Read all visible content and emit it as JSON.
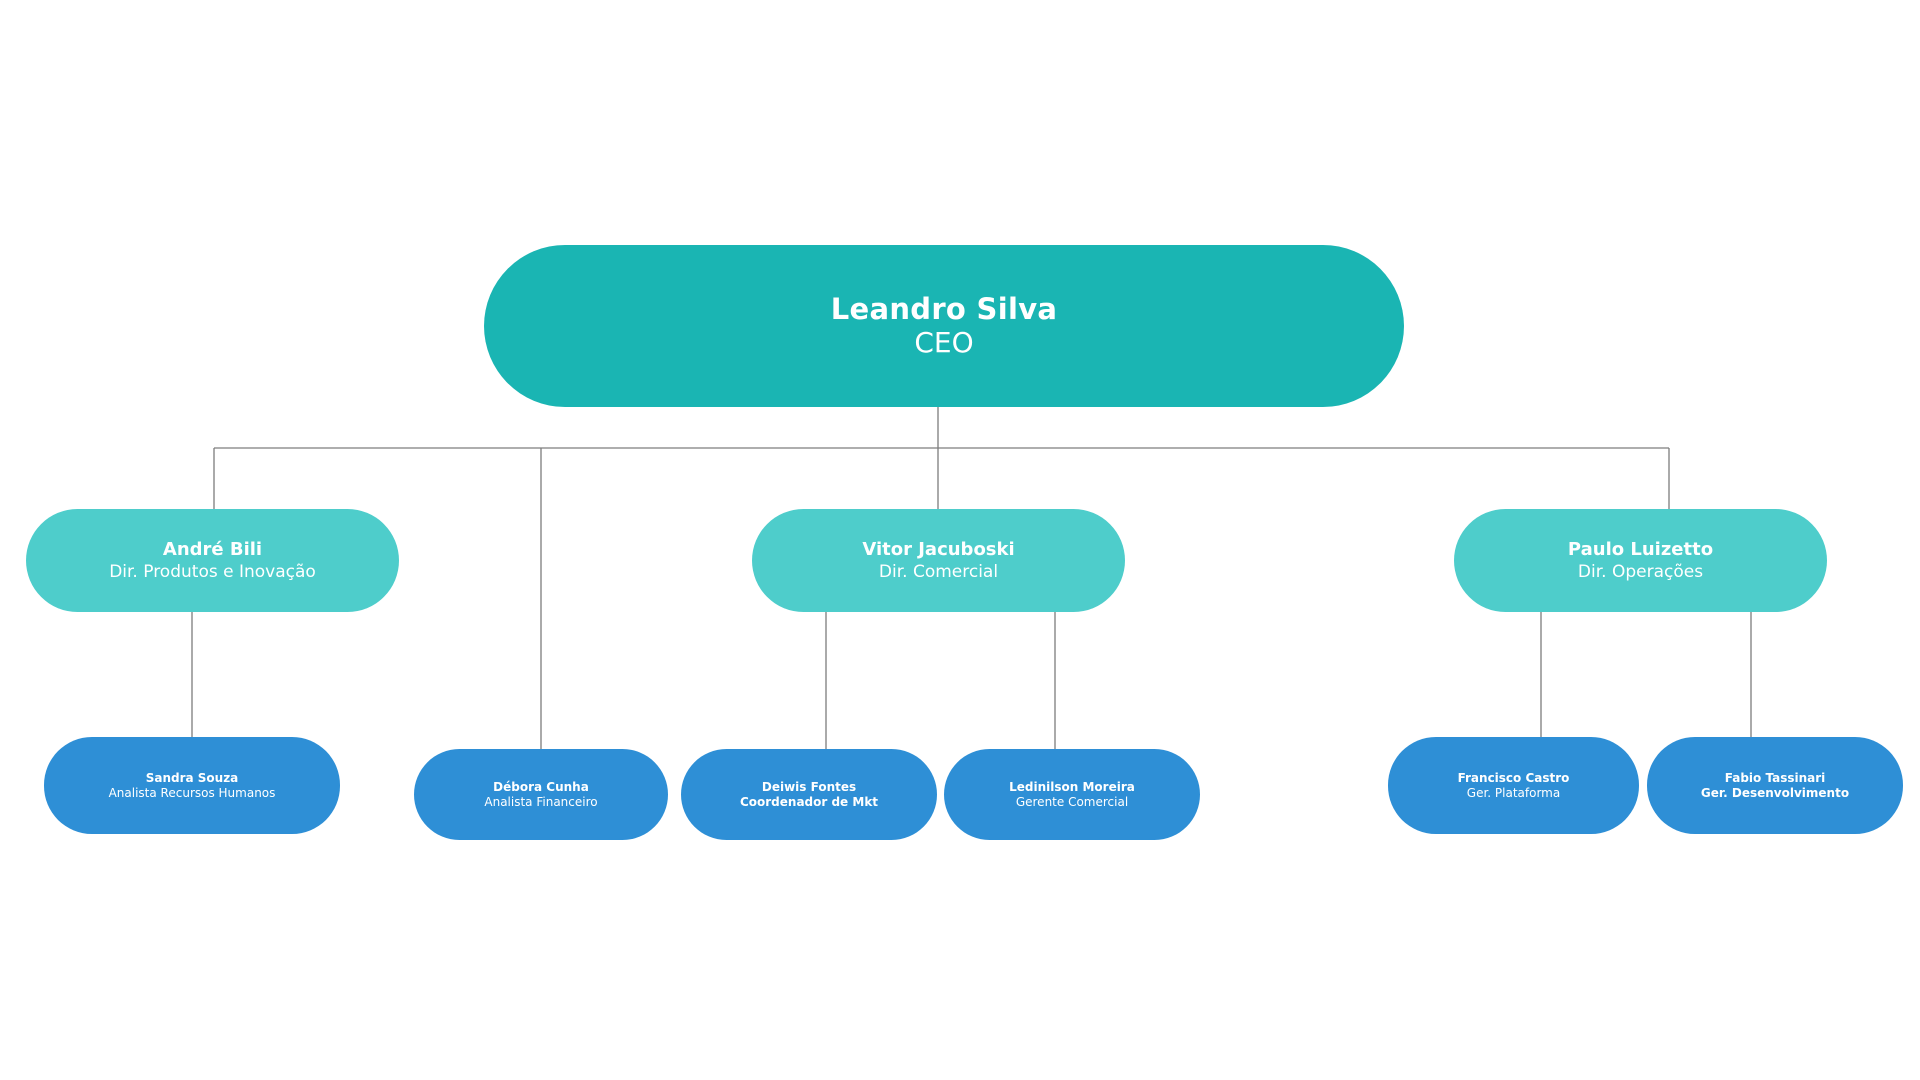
{
  "colors": {
    "ceo": "#1ab5b3",
    "director": "#4ecdcb",
    "staff": "#2e8fd6",
    "connector": "#7d7d7d",
    "text": "#ffffff"
  },
  "org": {
    "ceo": {
      "name": "Leandro Silva",
      "role": "CEO"
    },
    "directors": [
      {
        "name": "André Bili",
        "role": "Dir. Produtos e Inovação"
      },
      {
        "name": "Vitor Jacuboski",
        "role": "Dir. Comercial"
      },
      {
        "name": "Paulo Luizetto",
        "role": "Dir. Operações"
      }
    ],
    "staff": [
      {
        "name": "Sandra Souza",
        "role": "Analista Recursos Humanos"
      },
      {
        "name": "Débora Cunha",
        "role": "Analista Financeiro"
      },
      {
        "name": "Deiwis Fontes",
        "role": "Coordenador de Mkt"
      },
      {
        "name": "Ledinilson Moreira",
        "role": "Gerente Comercial"
      },
      {
        "name": "Francisco Castro",
        "role": "Ger. Plataforma"
      },
      {
        "name": "Fabio Tassinari",
        "role": "Ger. Desenvolvimento"
      }
    ]
  }
}
